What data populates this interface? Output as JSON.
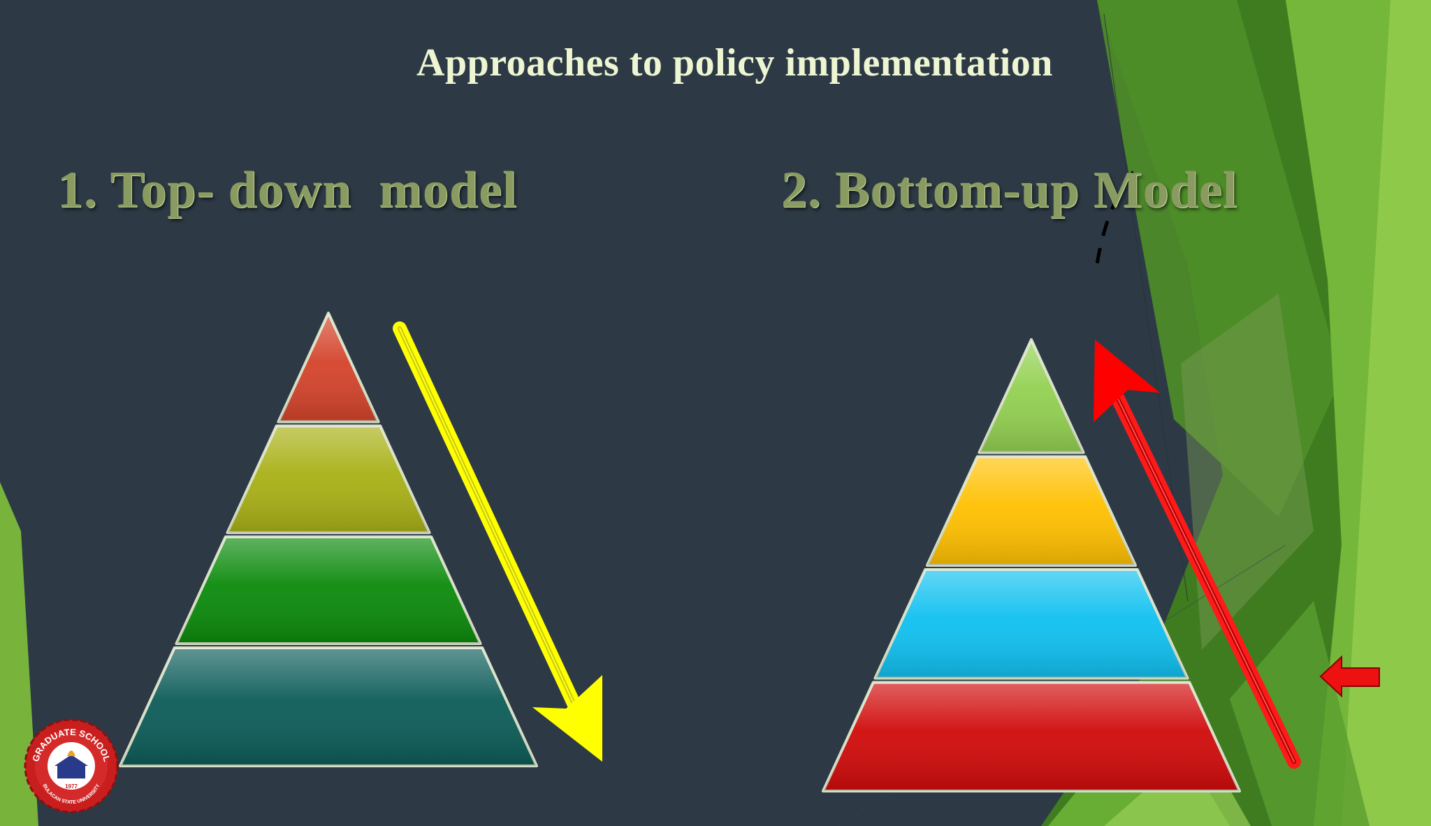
{
  "slide": {
    "title": "Approaches to policy implementation",
    "left_model": {
      "heading": "1. Top- down  model",
      "arrow": "down-arrow-yellow"
    },
    "right_model": {
      "heading": "2. Bottom-up Model",
      "arrow": "up-arrow-red"
    },
    "left_pyramid_colors": [
      "#d4432a",
      "#a8b015",
      "#0b8a0b",
      "#0c5c58"
    ],
    "right_pyramid_colors": [
      "#92d050",
      "#ffc000",
      "#0fc0f0",
      "#d00a0a"
    ],
    "logo": {
      "text_top": "GRADUATE SCHOOL",
      "text_bottom": "BULACAN STATE UNIVERSITY",
      "year": "1977"
    }
  }
}
